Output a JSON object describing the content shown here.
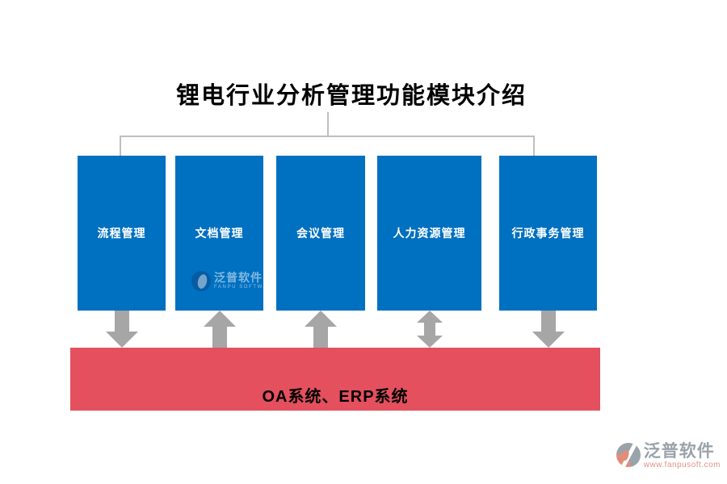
{
  "title": "锂电行业分析管理功能模块介绍",
  "modules": [
    {
      "label": "流程管理",
      "arrow": "down"
    },
    {
      "label": "文档管理",
      "arrow": "up"
    },
    {
      "label": "会议管理",
      "arrow": "up"
    },
    {
      "label": "人力资源管理",
      "arrow": "both"
    },
    {
      "label": "行政事务管理",
      "arrow": "down"
    }
  ],
  "base_system": {
    "label": "OA系统、ERP系统"
  },
  "watermark": {
    "brand": "泛普软件",
    "brand_en": "FANPU SOFTWARE"
  },
  "footer_logo": {
    "brand": "泛普软件",
    "url": "www.fanpusoft.com"
  },
  "colors": {
    "module_fill": "#0070C0",
    "base_fill": "#E4505E",
    "arrow": "#A6A6A6",
    "connector": "#BFBFBF",
    "module_text": "#FFFFFF",
    "base_text": "#000000"
  }
}
